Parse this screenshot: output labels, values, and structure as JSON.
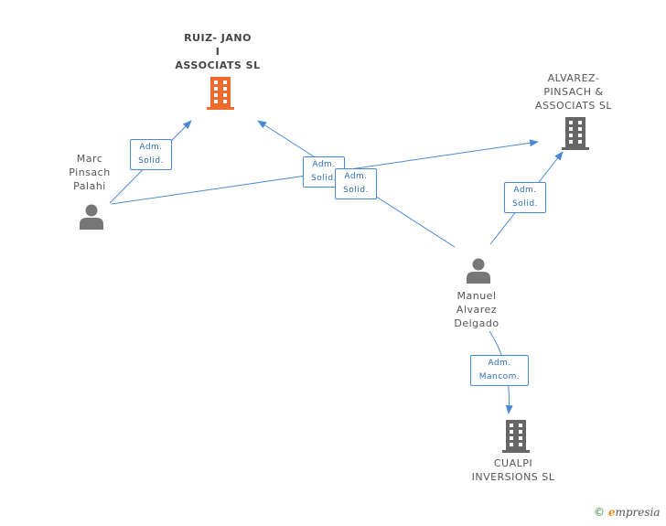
{
  "companies": {
    "ruiz": {
      "name_lines": [
        "RUIZ- JANO",
        "I",
        "ASSOCIATS SL"
      ],
      "color": "#f06a2e"
    },
    "alvarez": {
      "name_lines": [
        "ALVAREZ-",
        "PINSACH &",
        "ASSOCIATS SL"
      ],
      "color": "#666666"
    },
    "cualpi": {
      "name_lines": [
        "CUALPI",
        "INVERSIONS SL"
      ],
      "color": "#666666"
    }
  },
  "people": {
    "marc": {
      "name_lines": [
        "Marc",
        "Pinsach",
        "Palahi"
      ]
    },
    "manuel": {
      "name_lines": [
        "Manuel",
        "Alvarez",
        "Delgado"
      ]
    }
  },
  "relations": [
    {
      "id": "marc-ruiz",
      "label_lines": [
        "Adm.",
        "Solid."
      ]
    },
    {
      "id": "marc-alvarez",
      "label_lines": [
        "Adm.",
        "Solid."
      ]
    },
    {
      "id": "manuel-ruiz",
      "label_lines": [
        "Adm.",
        "Solid."
      ]
    },
    {
      "id": "manuel-alvarez",
      "label_lines": [
        "Adm.",
        "Solid."
      ]
    },
    {
      "id": "manuel-cualpi",
      "label_lines": [
        "Adm.",
        "Mancom."
      ]
    }
  ],
  "colors": {
    "edge": "#4a8ad4",
    "person": "#777777"
  },
  "footer": {
    "copyright": "©",
    "brand_initial": "e",
    "brand_rest": "mpresia"
  }
}
